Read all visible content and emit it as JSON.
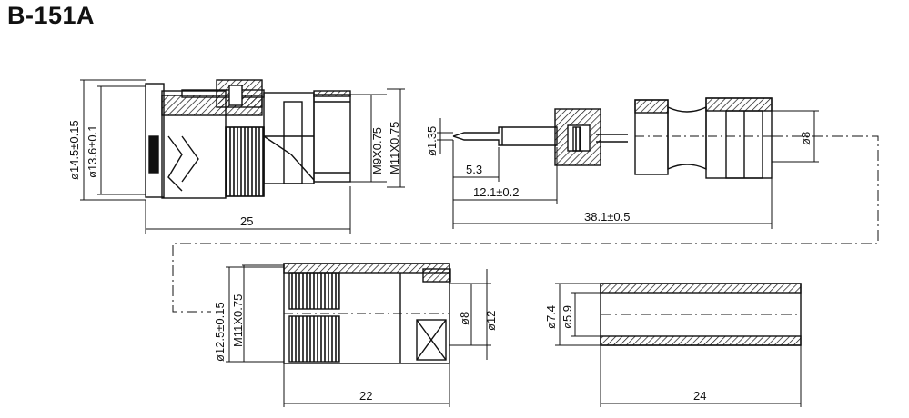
{
  "title": "B-151A",
  "dimensions": {
    "d_14_5": "ø14.5±0.15",
    "d_13_6": "ø13.6±0.1",
    "m9": "M9X0.75",
    "m11_top": "M11X0.75",
    "len_25": "25",
    "d_1_35": "ø1.35",
    "len_5_3": "5.3",
    "len_12_1": "12.1±0.2",
    "len_38_1": "38.1±0.5",
    "d_8_top": "ø8",
    "d_12_5": "ø12.5±0.15",
    "m11_bottom": "M11X0.75",
    "d_8_bottom": "ø8",
    "d_12": "ø12",
    "len_22": "22",
    "d_7_4": "ø7.4",
    "d_5_9": "ø5.9",
    "len_24": "24"
  },
  "colors": {
    "ink": "#111111",
    "hatch": "#555555",
    "paper": "#ffffff"
  }
}
